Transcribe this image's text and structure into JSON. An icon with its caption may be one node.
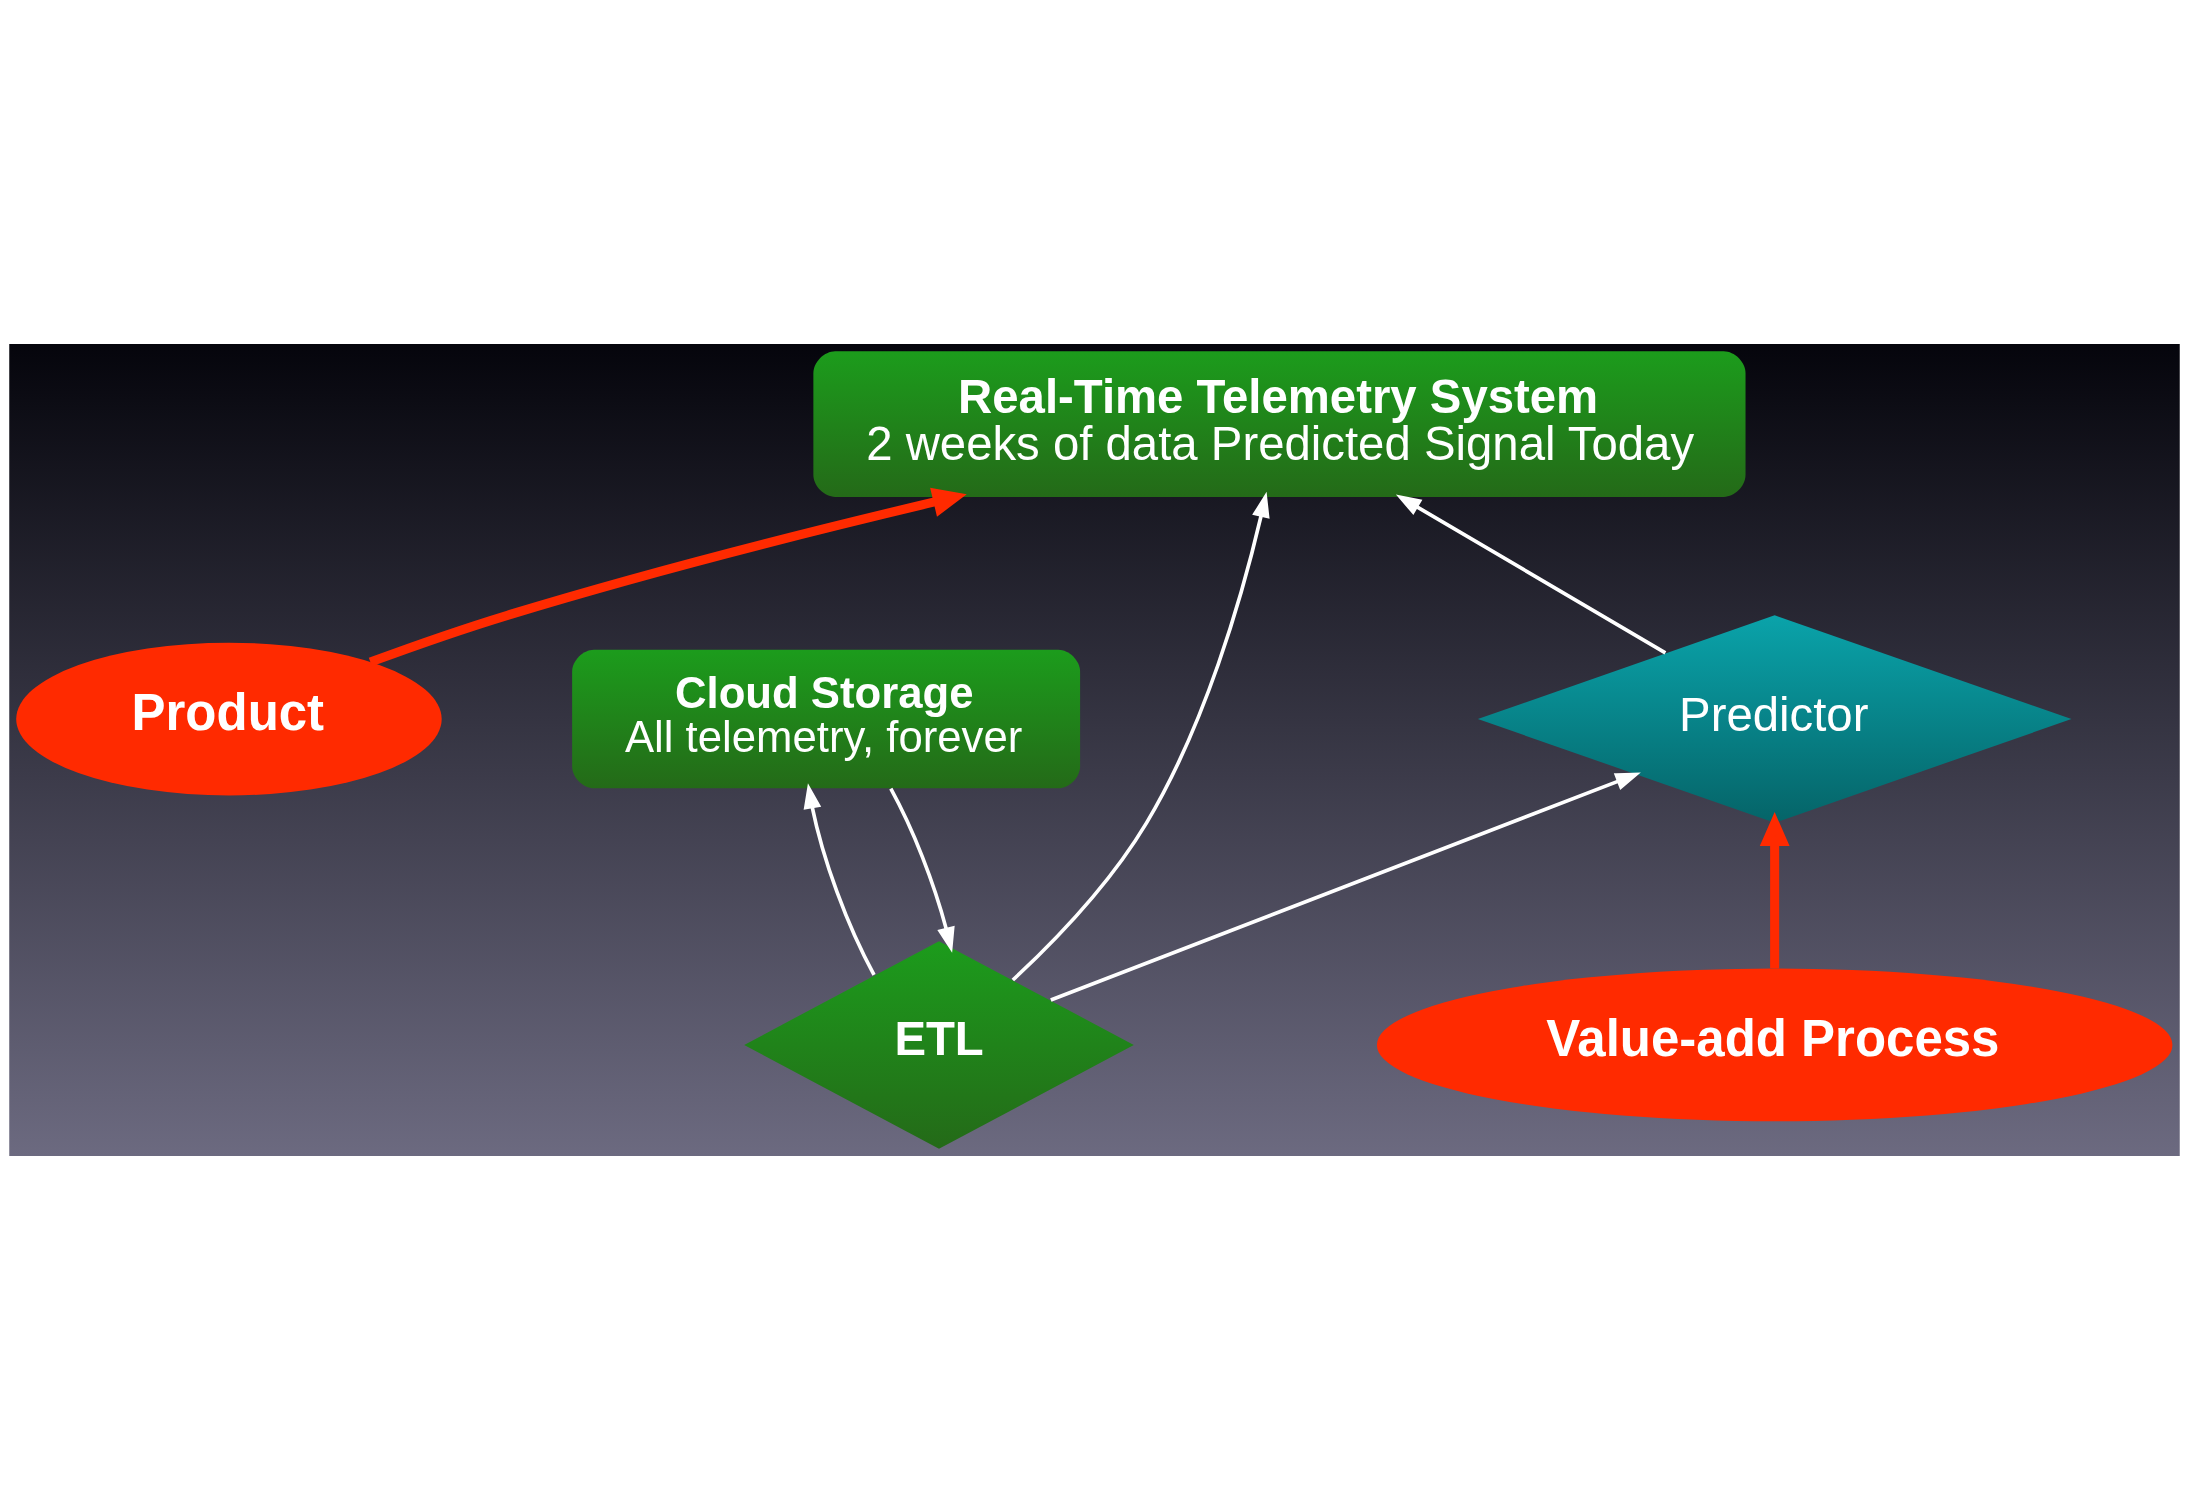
{
  "diagram": {
    "nodes": [
      {
        "text": [
          "Real-Time Telemetry System",
          "2 weeks of data Predicted Signal Today"
        ]
      },
      {
        "text": [
          "Product"
        ]
      },
      {
        "text": [
          "Cloud Storage",
          "All telemetry, forever"
        ]
      },
      {
        "text": [
          "ETL"
        ]
      },
      {
        "text": [
          "Value-add Process"
        ]
      },
      {
        "text": [
          "Predictor"
        ]
      }
    ],
    "edges": [
      {
        "from": 1,
        "to": 0,
        "arrow": "to",
        "style": "thick",
        "color": "#ff2a00"
      },
      {
        "from": 3,
        "to": 0,
        "arrow": "to"
      },
      {
        "from": 3,
        "to": 2,
        "arrow": "to"
      },
      {
        "from": 2,
        "to": 3,
        "arrow": "to"
      },
      {
        "from": 3,
        "to": 5,
        "arrow": "to"
      },
      {
        "from": 5,
        "to": 0,
        "arrow": "to"
      },
      {
        "from": 4,
        "to": 5,
        "arrow": "to",
        "style": "thick",
        "color": "#ff2a00"
      }
    ]
  }
}
